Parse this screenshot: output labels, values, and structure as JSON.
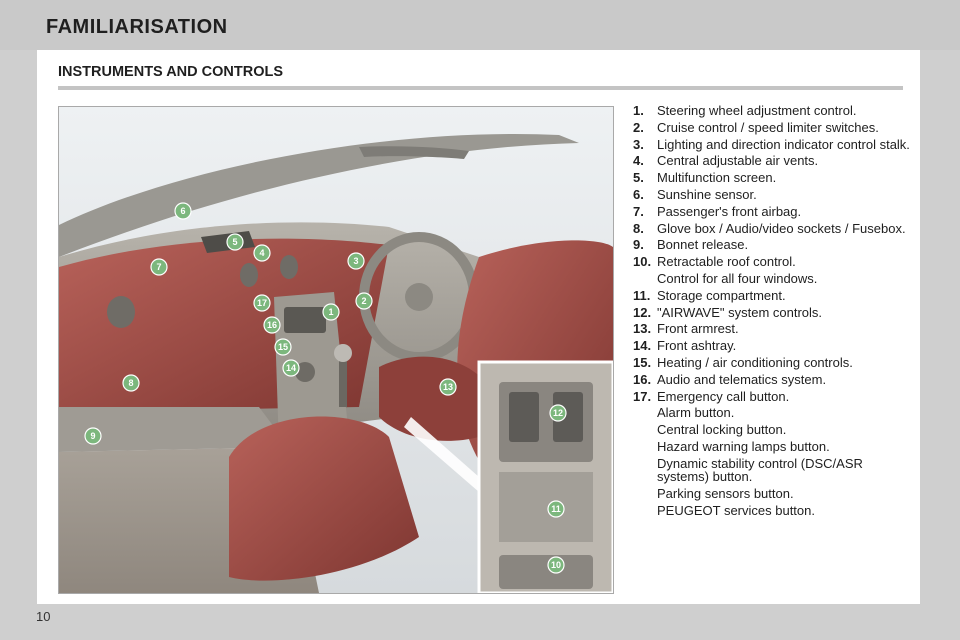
{
  "header": {
    "title": "FAMILIARISATION"
  },
  "section": {
    "title": "INSTRUMENTS AND CONTROLS"
  },
  "callouts": {
    "c1": "1",
    "c2": "2",
    "c3": "3",
    "c4": "4",
    "c5": "5",
    "c6": "6",
    "c7": "7",
    "c8": "8",
    "c9": "9",
    "c10": "10",
    "c11": "11",
    "c12": "12",
    "c13": "13",
    "c14": "14",
    "c15": "15",
    "c16": "16",
    "c17": "17"
  },
  "legend": [
    {
      "num": "1.",
      "text": "Steering wheel adjustment control."
    },
    {
      "num": "2.",
      "text": "Cruise control / speed limiter switches."
    },
    {
      "num": "3.",
      "text": "Lighting and direction indicator control stalk."
    },
    {
      "num": "4.",
      "text": "Central adjustable air vents."
    },
    {
      "num": "5.",
      "text": "Multifunction screen."
    },
    {
      "num": "6.",
      "text": "Sunshine sensor."
    },
    {
      "num": "7.",
      "text": "Passenger's front airbag."
    },
    {
      "num": "8.",
      "text": "Glove box / Audio/video sockets / Fusebox."
    },
    {
      "num": "9.",
      "text": "Bonnet release."
    },
    {
      "num": "10.",
      "text": "Retractable roof control."
    },
    {
      "num": "",
      "text": "Control for all four windows."
    },
    {
      "num": "11.",
      "text": "Storage compartment."
    },
    {
      "num": "12.",
      "text": "\"AIRWAVE\" system controls."
    },
    {
      "num": "13.",
      "text": "Front armrest."
    },
    {
      "num": "14.",
      "text": "Front ashtray."
    },
    {
      "num": "15.",
      "text": "Heating / air conditioning controls."
    },
    {
      "num": "16.",
      "text": "Audio and telematics system."
    },
    {
      "num": "17.",
      "text": "Emergency call button."
    },
    {
      "num": "",
      "text": "Alarm button."
    },
    {
      "num": "",
      "text": "Central locking button."
    },
    {
      "num": "",
      "text": "Hazard warning lamps button."
    },
    {
      "num": "",
      "text": "Dynamic stability control (DSC/ASR systems) button."
    },
    {
      "num": "",
      "text": "Parking sensors button."
    },
    {
      "num": "",
      "text": "PEUGEOT services button."
    }
  ],
  "page": {
    "number": "10"
  },
  "colors": {
    "header_bg": "#c9c9c9",
    "callout_green": "#7cb77d",
    "leather_red": "#9b4a44",
    "rule_grey": "#c4c4c4"
  }
}
